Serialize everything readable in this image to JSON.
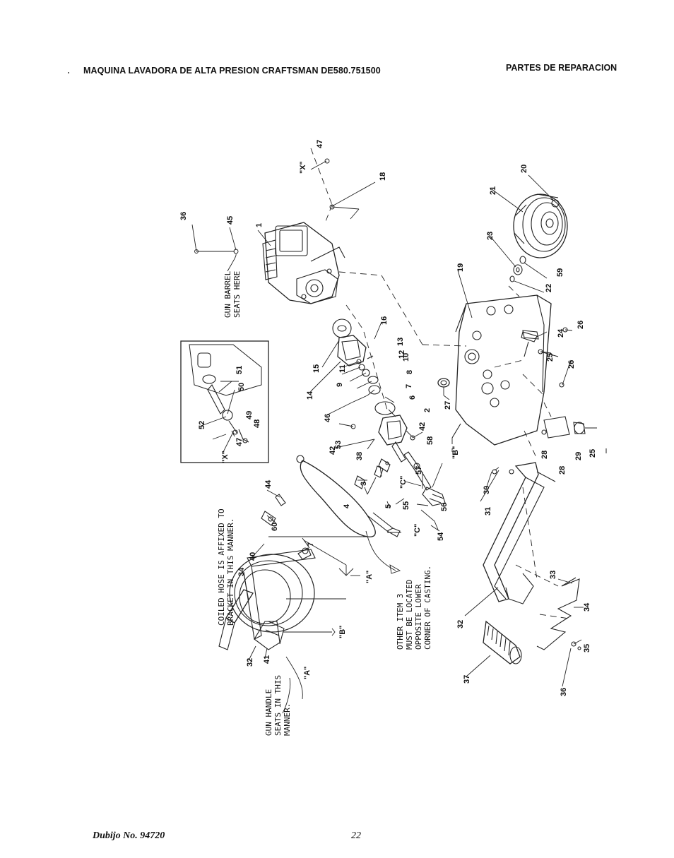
{
  "header": {
    "title": "MAQUINA LAVADORA DE ALTA PRESION CRAFTSMAN DE580.751500",
    "section": "PARTES DE REPARACION"
  },
  "footer": {
    "drawing_number": "Dubijo No. 94720",
    "page_number": "22"
  },
  "notes": {
    "gun_barrel": [
      "GUN BARREL",
      "SEATS HERE"
    ],
    "coiled_hose": [
      "COILED HOSE IS AFFIXED TO",
      "BRACKET IN THIS MANNER."
    ],
    "gun_handle": [
      "GUN HANDLE",
      "SEATS IN THIS",
      "MANNER."
    ],
    "item3": [
      "OTHER ITEM 3",
      "MUST BE LOCATED",
      "OPPOSITE LOWER",
      "CORNER OF CASTING."
    ]
  },
  "callouts": {
    "ref_x": "\"X\"",
    "ref_a": "\"A\"",
    "ref_b": "\"B\"",
    "ref_c": "\"C\"",
    "n1": "1",
    "n2": "2",
    "n3": "3",
    "n4": "4",
    "n5": "5",
    "n6": "6",
    "n7": "7",
    "n8": "8",
    "n9": "9",
    "n10": "10",
    "n11": "11",
    "n12": "12",
    "n13": "13",
    "n14": "14",
    "n15": "15",
    "n16": "16",
    "n18": "18",
    "n19": "19",
    "n20": "20",
    "n21": "21",
    "n22": "22",
    "n23": "23",
    "n24": "24",
    "n25": "25",
    "n26": "26",
    "n27": "27",
    "n28": "28",
    "n29": "29",
    "n30": "30",
    "n31": "31",
    "n32": "32",
    "n33": "33",
    "n34": "34",
    "n35": "35",
    "n36": "36",
    "n37": "37",
    "n38": "38",
    "n40": "40",
    "n41": "41",
    "n42": "42",
    "n44": "44",
    "n45": "45",
    "n46": "46",
    "n47": "47",
    "n48": "48",
    "n49": "49",
    "n50": "50",
    "n51": "51",
    "n52": "52",
    "n53": "53",
    "n54": "54",
    "n55": "55",
    "n56": "56",
    "n57": "57",
    "n58": "58",
    "n59": "59",
    "n60": "60"
  }
}
